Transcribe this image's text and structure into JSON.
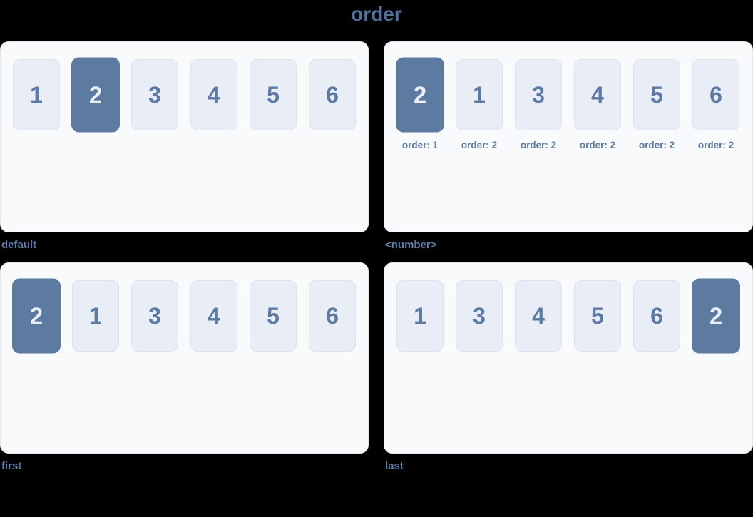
{
  "page": {
    "title": "order"
  },
  "colors": {
    "background": "#000000",
    "title_text": "#50729c",
    "caption_text": "#5b7ca6",
    "panel_bg": "#f8fafc",
    "panel_border": "#e2e8f0",
    "card_bg": "#e9edf5",
    "card_border": "#dce3ee",
    "number_text": "#5b7aa4",
    "accent": "#5d7aa1",
    "highlight_number_text": "#ebf0f6",
    "order_label_text": "#5b7aa4"
  },
  "panels": [
    {
      "caption": "default",
      "items": [
        {
          "number": "1",
          "highlighted": false
        },
        {
          "number": "2",
          "highlighted": true
        },
        {
          "number": "3",
          "highlighted": false
        },
        {
          "number": "4",
          "highlighted": false
        },
        {
          "number": "5",
          "highlighted": false
        },
        {
          "number": "6",
          "highlighted": false
        }
      ]
    },
    {
      "caption": "<number>",
      "items": [
        {
          "number": "2",
          "highlighted": true,
          "order_label": "order: 1"
        },
        {
          "number": "1",
          "highlighted": false,
          "order_label": "order: 2"
        },
        {
          "number": "3",
          "highlighted": false,
          "order_label": "order: 2"
        },
        {
          "number": "4",
          "highlighted": false,
          "order_label": "order: 2"
        },
        {
          "number": "5",
          "highlighted": false,
          "order_label": "order: 2"
        },
        {
          "number": "6",
          "highlighted": false,
          "order_label": "order: 2"
        }
      ]
    },
    {
      "caption": "first",
      "items": [
        {
          "number": "2",
          "highlighted": true
        },
        {
          "number": "1",
          "highlighted": false
        },
        {
          "number": "3",
          "highlighted": false
        },
        {
          "number": "4",
          "highlighted": false
        },
        {
          "number": "5",
          "highlighted": false
        },
        {
          "number": "6",
          "highlighted": false
        }
      ]
    },
    {
      "caption": "last",
      "items": [
        {
          "number": "1",
          "highlighted": false
        },
        {
          "number": "3",
          "highlighted": false
        },
        {
          "number": "4",
          "highlighted": false
        },
        {
          "number": "5",
          "highlighted": false
        },
        {
          "number": "6",
          "highlighted": false
        },
        {
          "number": "2",
          "highlighted": true
        }
      ]
    }
  ]
}
